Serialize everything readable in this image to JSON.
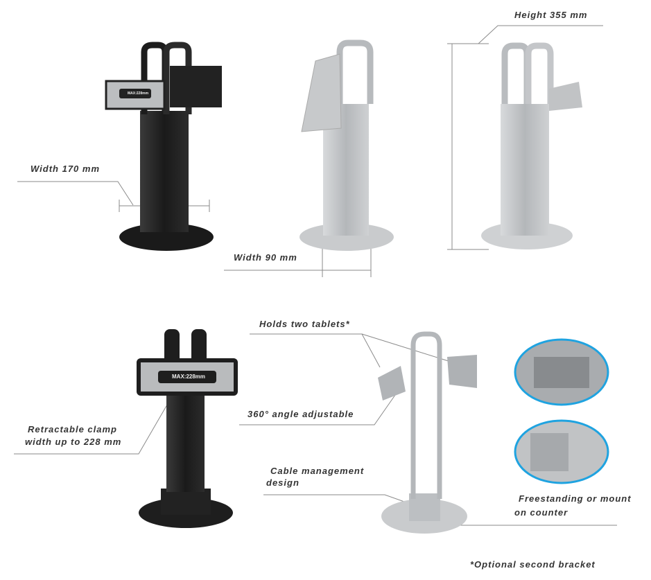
{
  "labels": {
    "width_170": "Width 170 mm",
    "width_90": "Width 90 mm",
    "height_355": "Height 355 mm",
    "holds_two": "Holds two tablets*",
    "angle": "360° angle adjustable",
    "clamp_1": "Retractable clamp",
    "clamp_2": "width up to 228 mm",
    "cable_1": "Cable management",
    "cable_2": "design",
    "free_1": "Freestanding or mount",
    "free_2": "on counter",
    "footnote": "*Optional second bracket"
  },
  "clamp_text": "MAX:228mm",
  "colors": {
    "black_stand": "#1e1e1e",
    "silver_stand": "#c4c6c8",
    "circle": "#1fa3e0",
    "line": "#8a8a8a"
  }
}
